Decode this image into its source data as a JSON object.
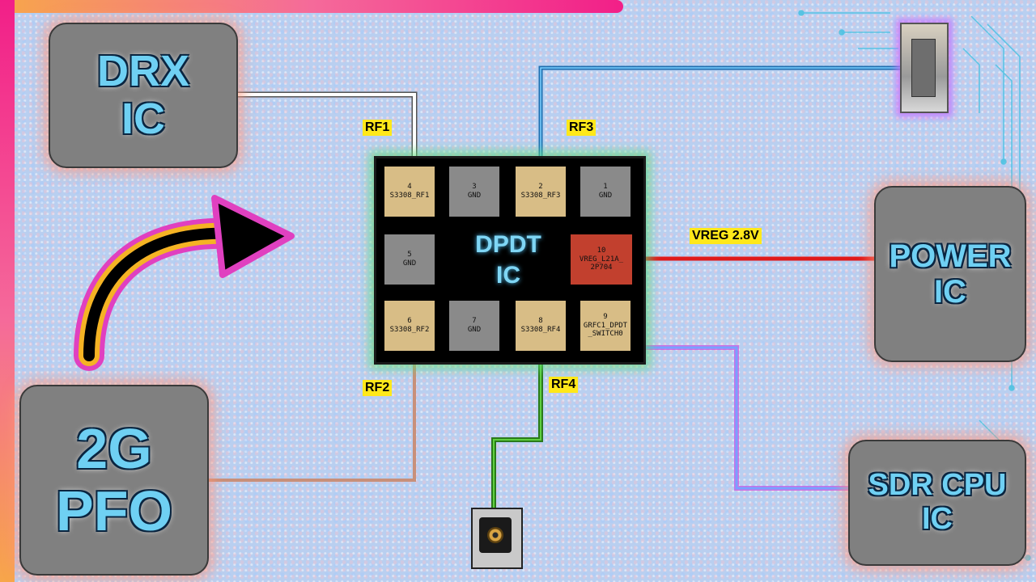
{
  "blocks": {
    "drx": [
      "DRX",
      "IC"
    ],
    "pfo": [
      "2G",
      "PFO"
    ],
    "power": [
      "POWER",
      "IC"
    ],
    "sdr": [
      "SDR CPU",
      "IC"
    ]
  },
  "chip": {
    "label": [
      "DPDT",
      "IC"
    ],
    "pads": [
      {
        "num": "4",
        "name": "S3308_RF1"
      },
      {
        "num": "3",
        "name": "GND"
      },
      {
        "num": "2",
        "name": "S3308_RF3"
      },
      {
        "num": "1",
        "name": "GND"
      },
      {
        "num": "5",
        "name": "GND"
      },
      {
        "num": "10",
        "name": "VREG_L21A_\n2P704"
      },
      {
        "num": "6",
        "name": "S3308_RF2"
      },
      {
        "num": "7",
        "name": "GND"
      },
      {
        "num": "8",
        "name": "S3308_RF4"
      },
      {
        "num": "9",
        "name": "GRFC1_DPDT\n_SWITCH0"
      }
    ]
  },
  "labels": {
    "rf1": "RF1",
    "rf2": "RF2",
    "rf3": "RF3",
    "rf4": "RF4",
    "vreg": "VREG 2.8V"
  },
  "colors": {
    "rf1_wire": "#ffffff",
    "rf2_wire": "#c8907a",
    "rf3_wire": "#1e6fb0",
    "rf4_wire": "#3aa02a",
    "vreg_wire": "#e01a1a",
    "sdr_wire": "#7aa0ff",
    "block_text": "#6fd0f3"
  },
  "icons": [
    "arrow-icon",
    "antenna-connector-icon",
    "relay-component-icon",
    "circuit-trace-icon"
  ]
}
